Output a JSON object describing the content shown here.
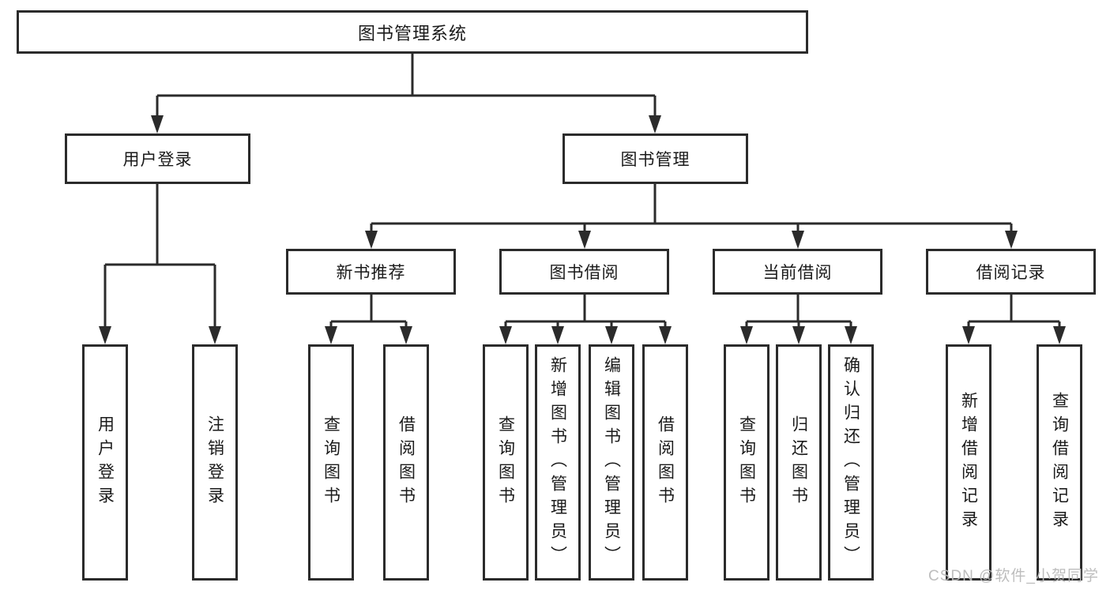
{
  "diagram": {
    "root": {
      "label": "图书管理系统"
    },
    "branches": [
      {
        "label": "用户登录",
        "children": [
          {
            "label": "用户登录"
          },
          {
            "label": "注销登录"
          }
        ]
      },
      {
        "label": "图书管理",
        "children": [
          {
            "label": "新书推荐",
            "children": [
              {
                "label": "查询图书"
              },
              {
                "label": "借阅图书"
              }
            ]
          },
          {
            "label": "图书借阅",
            "children": [
              {
                "label": "查询图书"
              },
              {
                "label": "新增图书（管理员）"
              },
              {
                "label": "编辑图书（管理员）"
              },
              {
                "label": "借阅图书"
              }
            ]
          },
          {
            "label": "当前借阅",
            "children": [
              {
                "label": "查询图书"
              },
              {
                "label": "归还图书"
              },
              {
                "label": "确认归还（管理员）"
              }
            ]
          },
          {
            "label": "借阅记录",
            "children": [
              {
                "label": "新增借阅记录"
              },
              {
                "label": "查询借阅记录"
              }
            ]
          }
        ]
      }
    ],
    "line_color": "#2b2b2b",
    "text_color": "#1a1a1a"
  },
  "watermark": "CSDN @软件_小贺同学"
}
